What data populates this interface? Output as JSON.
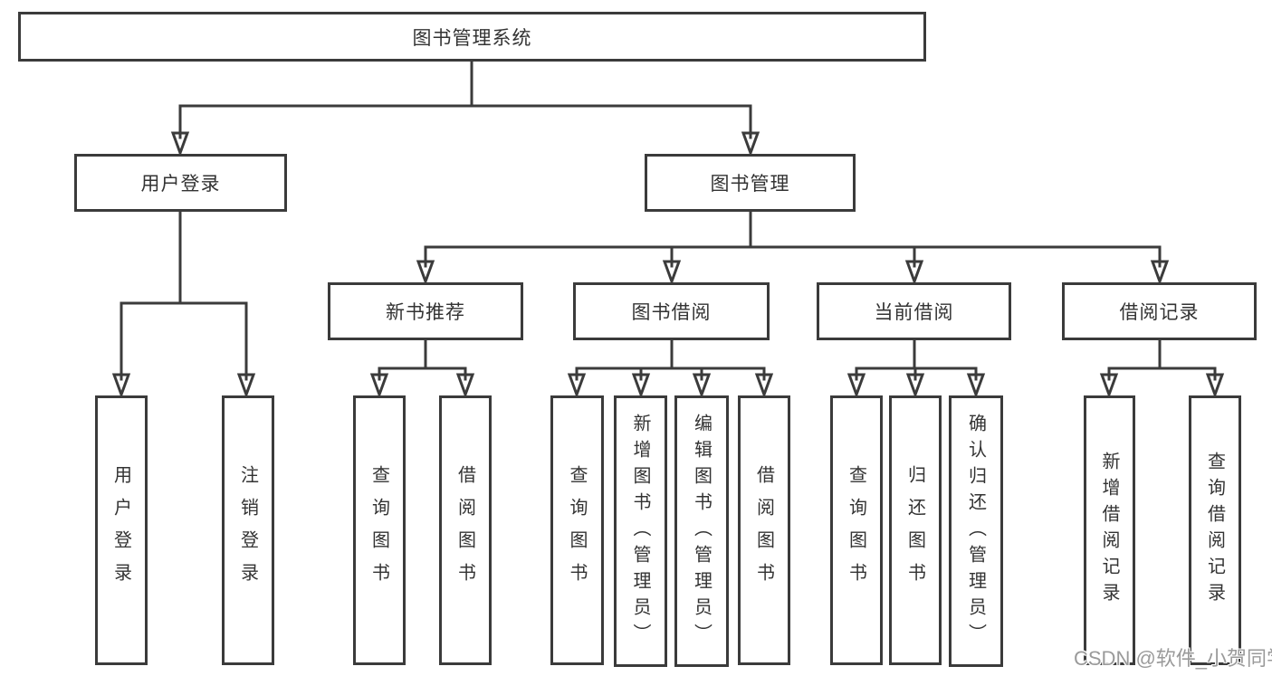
{
  "diagram": {
    "root": {
      "label": "图书管理系统"
    },
    "level2": [
      {
        "label": "用户登录"
      },
      {
        "label": "图书管理"
      }
    ],
    "level3": [
      {
        "label": "新书推荐"
      },
      {
        "label": "图书借阅"
      },
      {
        "label": "当前借阅"
      },
      {
        "label": "借阅记录"
      }
    ],
    "leaves": [
      {
        "label": "用户登录"
      },
      {
        "label": "注销登录"
      },
      {
        "label": "查询图书"
      },
      {
        "label": "借阅图书"
      },
      {
        "label": "查询图书"
      },
      {
        "label": "新增图书（管理员）"
      },
      {
        "label": "编辑图书（管理员）"
      },
      {
        "label": "借阅图书"
      },
      {
        "label": "查询图书"
      },
      {
        "label": "归还图书"
      },
      {
        "label": "确认归还（管理员）"
      },
      {
        "label": "新增借阅记录"
      },
      {
        "label": "查询借阅记录"
      }
    ],
    "watermark": "CSDN @软件_小贺同学",
    "colors": {
      "line": "#3b3b3b",
      "fill": "#ffffff",
      "text": "#333333",
      "watermark": "#9a9a9a"
    }
  }
}
